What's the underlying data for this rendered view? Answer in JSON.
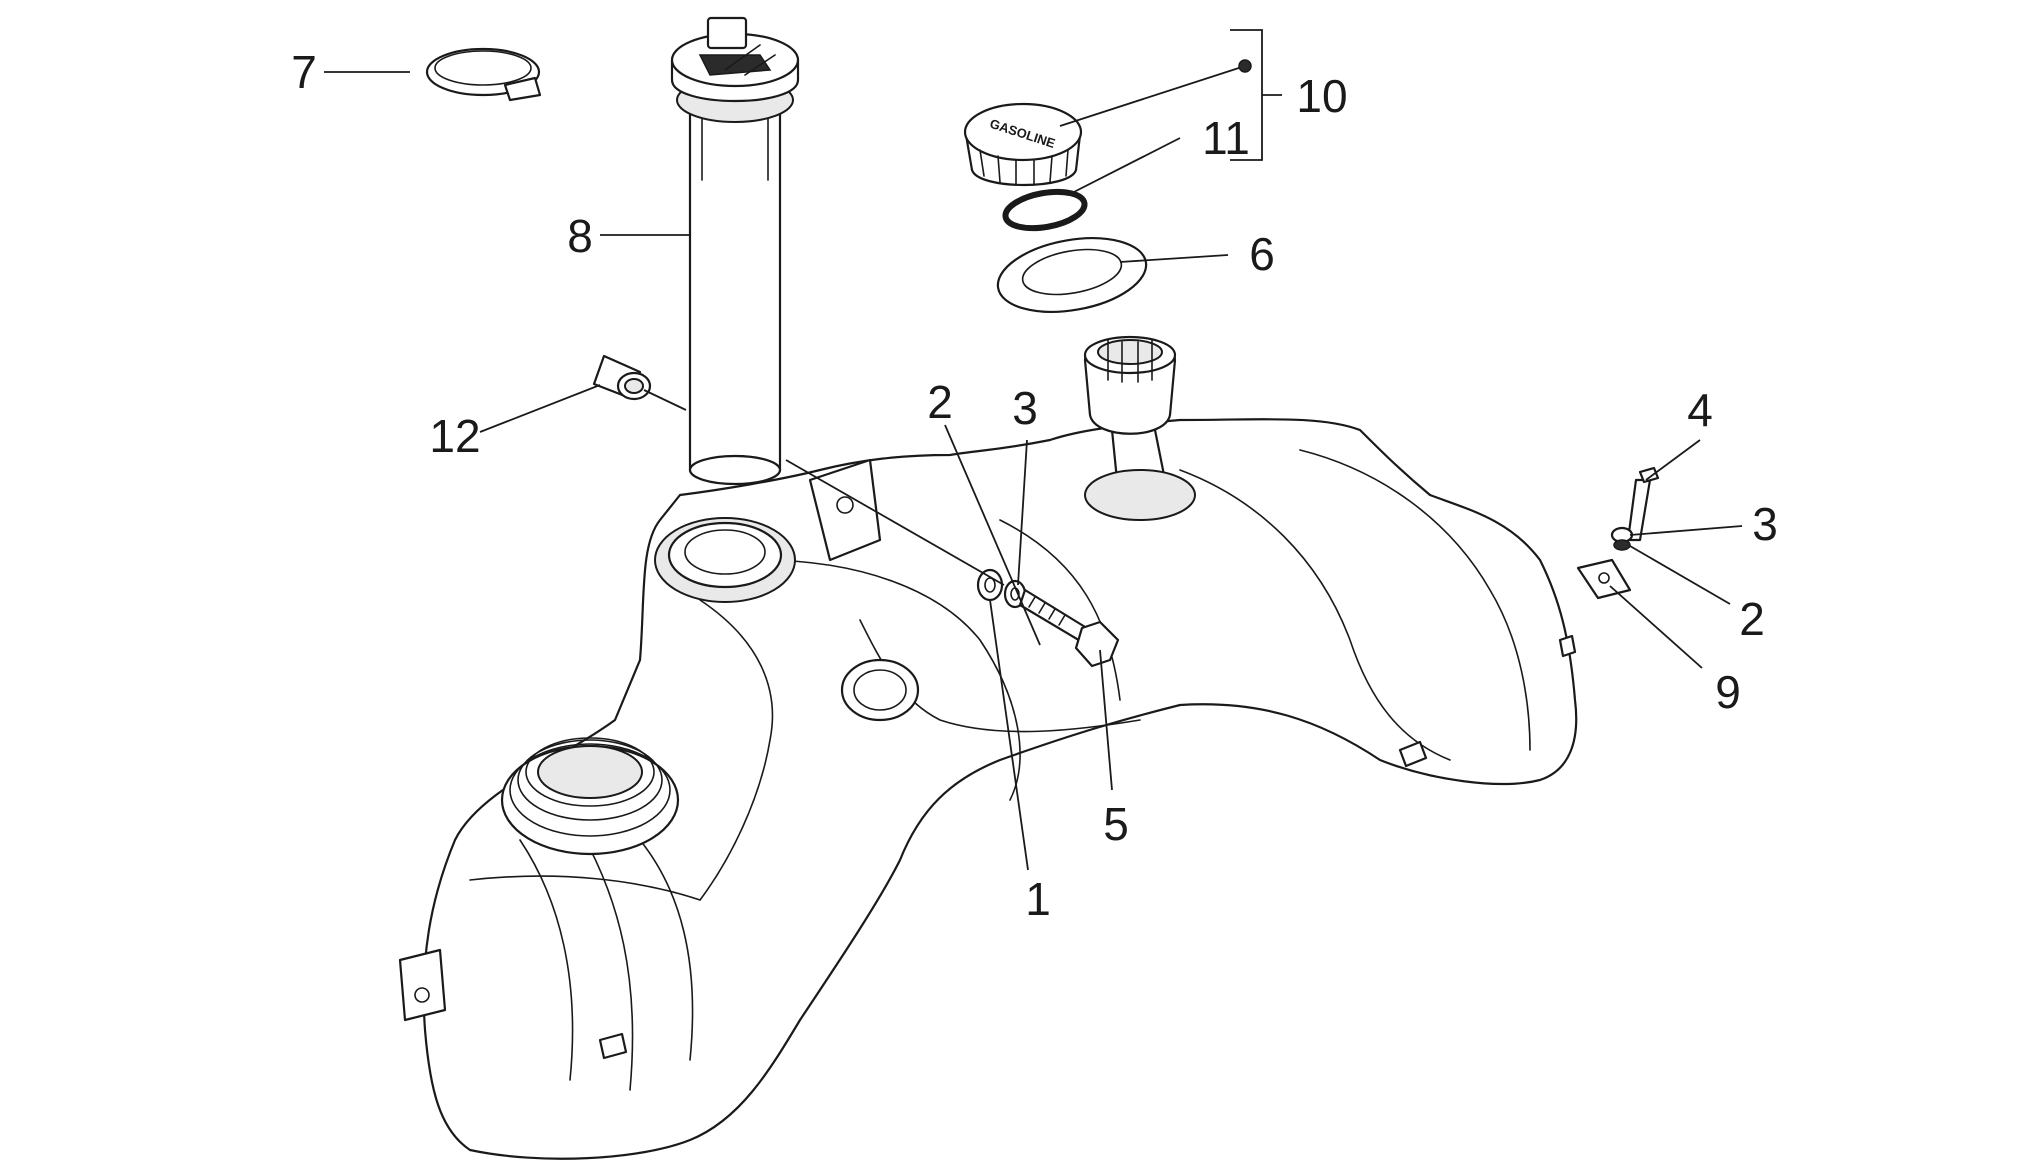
{
  "diagram": {
    "cap_text": "GASOLINE",
    "callouts": [
      {
        "id": "c1",
        "label": "1"
      },
      {
        "id": "c2a",
        "label": "2"
      },
      {
        "id": "c2b",
        "label": "2"
      },
      {
        "id": "c3a",
        "label": "3"
      },
      {
        "id": "c3b",
        "label": "3"
      },
      {
        "id": "c4",
        "label": "4"
      },
      {
        "id": "c5",
        "label": "5"
      },
      {
        "id": "c6",
        "label": "6"
      },
      {
        "id": "c7",
        "label": "7"
      },
      {
        "id": "c8",
        "label": "8"
      },
      {
        "id": "c9",
        "label": "9"
      },
      {
        "id": "c10",
        "label": "10"
      },
      {
        "id": "c11",
        "label": "11"
      },
      {
        "id": "c12",
        "label": "12"
      }
    ]
  }
}
